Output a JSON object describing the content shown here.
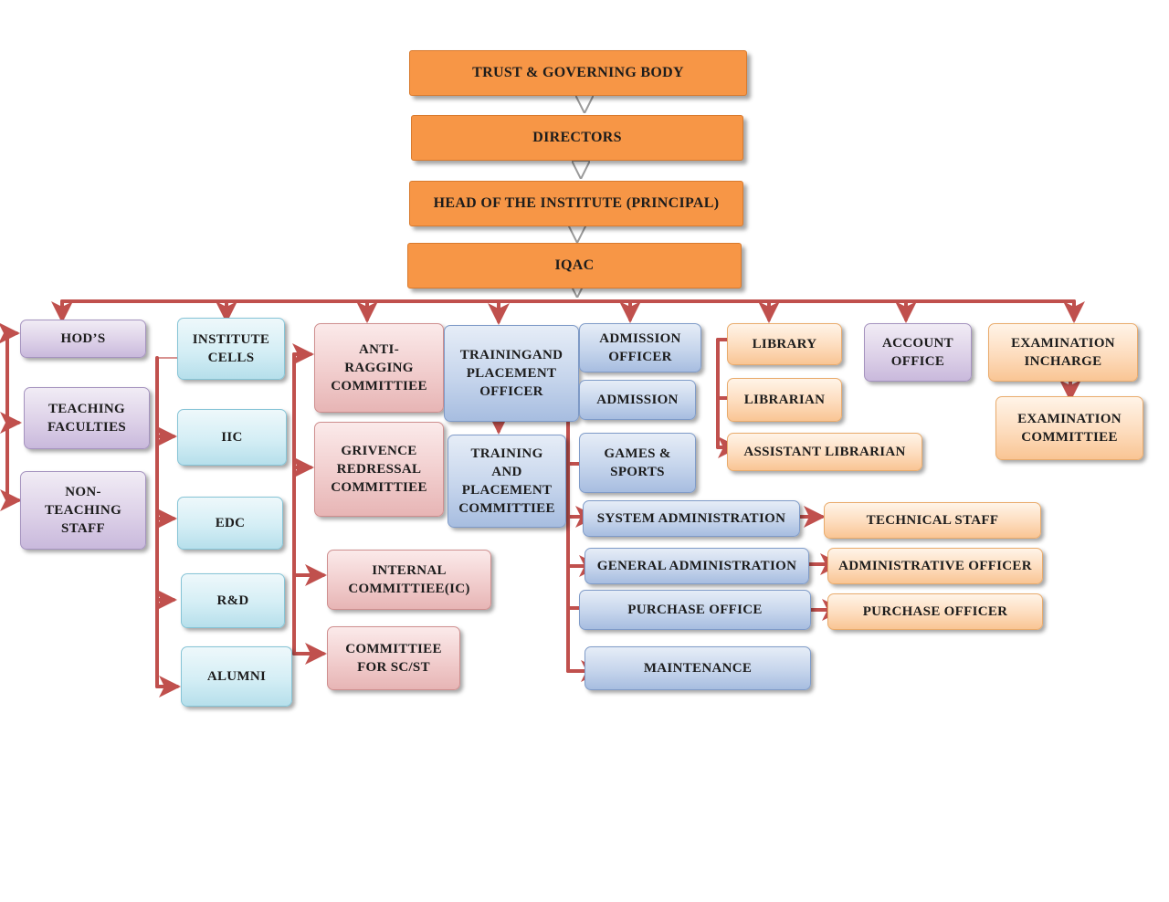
{
  "nodes": {
    "trust": "TRUST & GOVERNING BODY",
    "directors": "DIRECTORS",
    "head": "HEAD OF THE INSTITUTE (PRINCIPAL)",
    "iqac": "IQAC",
    "hods": "HOD’S",
    "teaching": "TEACHING\nFACULTIES",
    "nonteaching": "NON-\nTEACHING\nSTAFF",
    "cells": "INSTITUTE\nCELLS",
    "iic": "IIC",
    "edc": "EDC",
    "rd": "R&D",
    "alumni": "ALUMNI",
    "antiragging": "ANTI-\nRAGGING\nCOMMITTIEE",
    "grievence": "GRIVENCE\nREDRESSAL\nCOMMITTIEE",
    "internal": "INTERNAL\nCOMMITTIEE(IC)",
    "scst": "COMMITTIEE\nFOR SC/ST",
    "tpo": "TRAININGAND\nPLACEMENT\nOFFICER",
    "tpc": "TRAINING\nAND\nPLACEMENT\nCOMMITTIEE",
    "admission_officer": "ADMISSION\nOFFICER",
    "admission": "ADMISSION",
    "games": "GAMES &\nSPORTS",
    "sysadmin": "SYSTEM ADMINISTRATION",
    "genadmin": "GENERAL ADMINISTRATION",
    "purchase": "PURCHASE OFFICE",
    "maintenance": "MAINTENANCE",
    "technical": "TECHNICAL STAFF",
    "adminofficer": "ADMINISTRATIVE OFFICER",
    "purchaseofficer": "PURCHASE OFFICER",
    "library": "LIBRARY",
    "librarian": "LIBRARIAN",
    "asstlib": "ASSISTANT LIBRARIAN",
    "account": "ACCOUNT\nOFFICE",
    "exam": "EXAMINATION\nINCHARGE",
    "examcomm": "EXAMINATION\nCOMMITTIEE"
  },
  "colors": {
    "arrow": "#c0504d",
    "orange": "#f79646",
    "lavender": "#ddd1e8",
    "cyan": "#d4eef5",
    "pink": "#f1cdcd",
    "blue": "#c6d5ec",
    "peach": "#fddcbd"
  }
}
